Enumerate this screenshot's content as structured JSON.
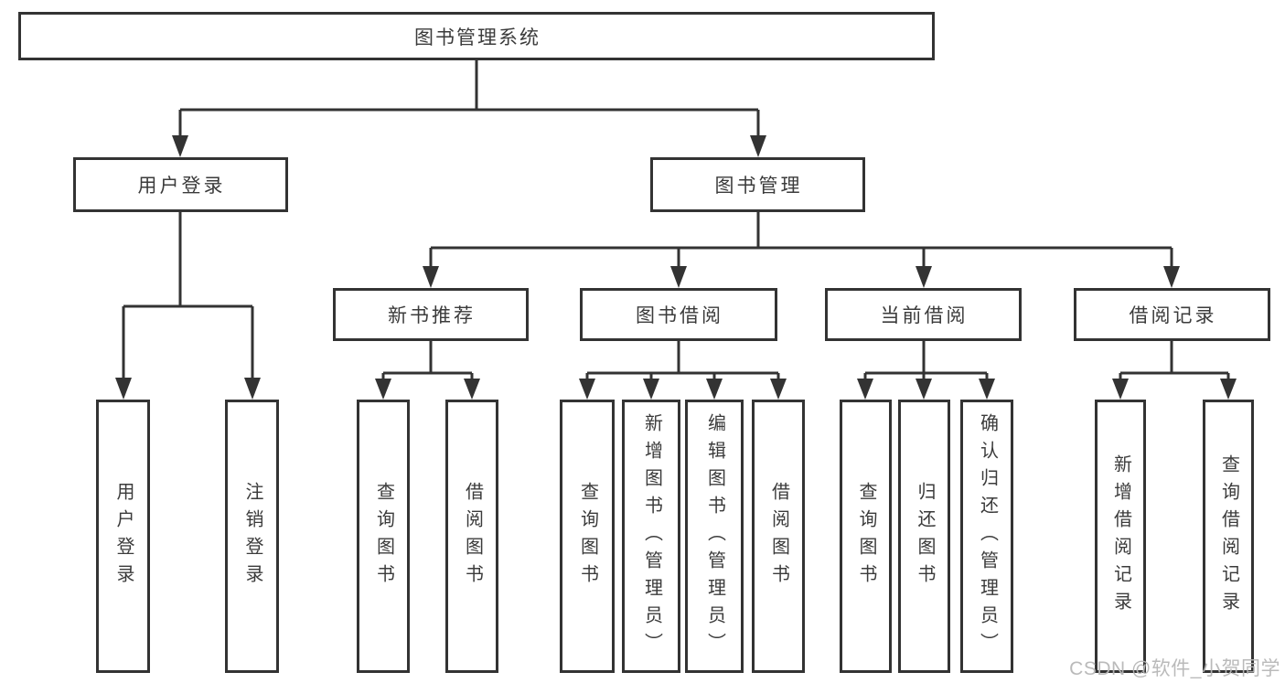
{
  "diagram": {
    "root_label": "图书管理系统",
    "branches": [
      {
        "label": "用户登录",
        "children": [
          "用户登录",
          "注销登录"
        ]
      },
      {
        "label": "图书管理",
        "children": [
          {
            "label": "新书推荐",
            "children": [
              "查询图书",
              "借阅图书"
            ]
          },
          {
            "label": "图书借阅",
            "children": [
              "查询图书",
              "新增图书（管理员）",
              "编辑图书（管理员）",
              "借阅图书"
            ]
          },
          {
            "label": "当前借阅",
            "children": [
              "查询图书",
              "归还图书",
              "确认归还（管理员）"
            ]
          },
          {
            "label": "借阅记录",
            "children": [
              "新增借阅记录",
              "查询借阅记录"
            ]
          }
        ]
      }
    ]
  },
  "watermark": {
    "text": "CSDN @软件_小贺同学"
  },
  "colors": {
    "line": "#333333",
    "text": "#3b3b3b",
    "background": "#ffffff",
    "watermark": "#b6b6b6"
  }
}
